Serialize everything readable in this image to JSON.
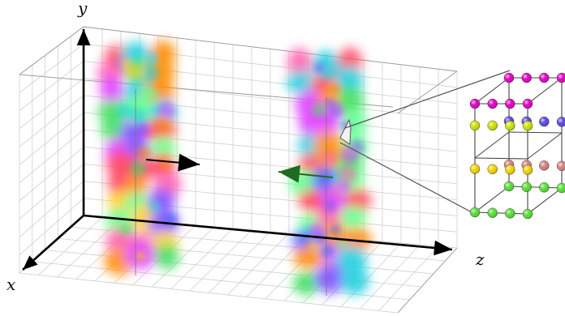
{
  "axes": {
    "x_label": "x",
    "y_label": "y",
    "z_label": "z"
  },
  "colors": {
    "grid": "#c8c8c8",
    "axis": "#000000",
    "arrow_right": "#000000",
    "arrow_left": "#1f6b1f",
    "lattice_line": "#555555"
  },
  "domain_walls": [
    {
      "id": "wall-left",
      "arrow": "right"
    },
    {
      "id": "wall-right",
      "arrow": "left"
    }
  ],
  "lattice": {
    "description_icon": "cubic-spin-lattice",
    "layer_colors": [
      "#55dd33",
      "#f0d000",
      "#d08080",
      "#5c46e0",
      "#c8e000",
      "#e000c0"
    ]
  }
}
